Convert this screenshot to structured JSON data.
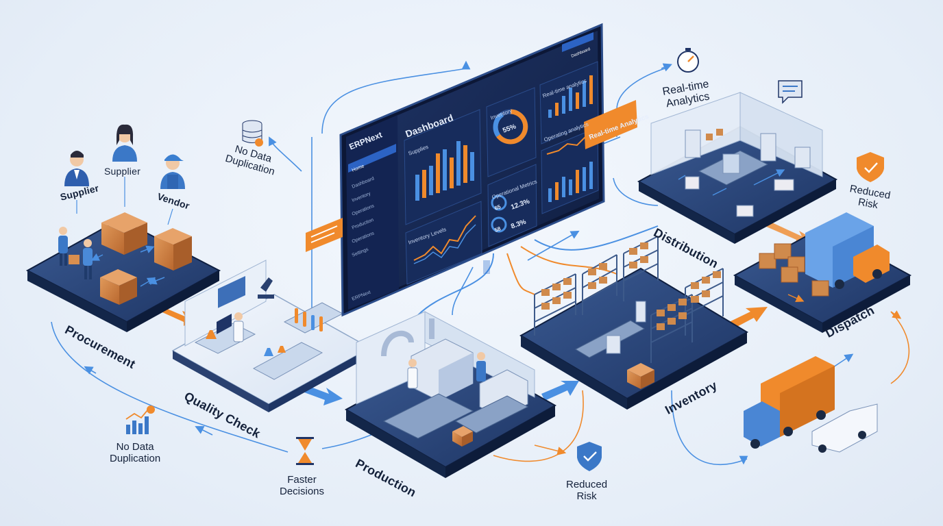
{
  "dashboard": {
    "brand": "ERPNext",
    "title": "Dashboard",
    "header_button": "Dashboard",
    "menu": [
      "Home",
      "Dashboard",
      "Inventory",
      "Operations",
      "Production",
      "Operations",
      "Settings"
    ],
    "footer": "ERPNext",
    "panels": {
      "sales_title": "Supplies",
      "inventory_title": "Inventory",
      "inventory_percent": "55%",
      "realtime_title": "Real-time analytics",
      "operational_title": "Operational Metrics",
      "metric_a": "12.3%",
      "metric_b": "8.3%",
      "metric_a_value": "65",
      "metric_b_value": "58",
      "operating_title": "Operating analytics",
      "trend_title": "Inventory Levels"
    },
    "badge": "Real-time Analytics"
  },
  "stages": {
    "procurement": "Procurement",
    "quality_check": "Quality Check",
    "production": "Production",
    "inventory": "Inventory",
    "distribution": "Distribution",
    "dispatch": "Dispatch"
  },
  "people": {
    "supplier_left": "Supplier",
    "supplier_top": "Supplier",
    "vendor": "Vendor"
  },
  "notes": {
    "no_dup_top_1": "No Data",
    "no_dup_top_2": "Duplication",
    "no_dup_bottom_1": "No Data",
    "no_dup_bottom_2": "Duplication",
    "faster_1": "Faster",
    "faster_2": "Decisions",
    "reduced_bottom_1": "Reduced",
    "reduced_bottom_2": "Risk",
    "reduced_right_1": "Reduced",
    "reduced_right_2": "Risk",
    "realtime_1": "Real-time",
    "realtime_2": "Analytics"
  },
  "colors": {
    "navy": "#1c2f55",
    "platform": "#2a4170",
    "accent_orange": "#f08a2c",
    "flow_blue": "#4a90e2",
    "box": "#c97a3e"
  }
}
